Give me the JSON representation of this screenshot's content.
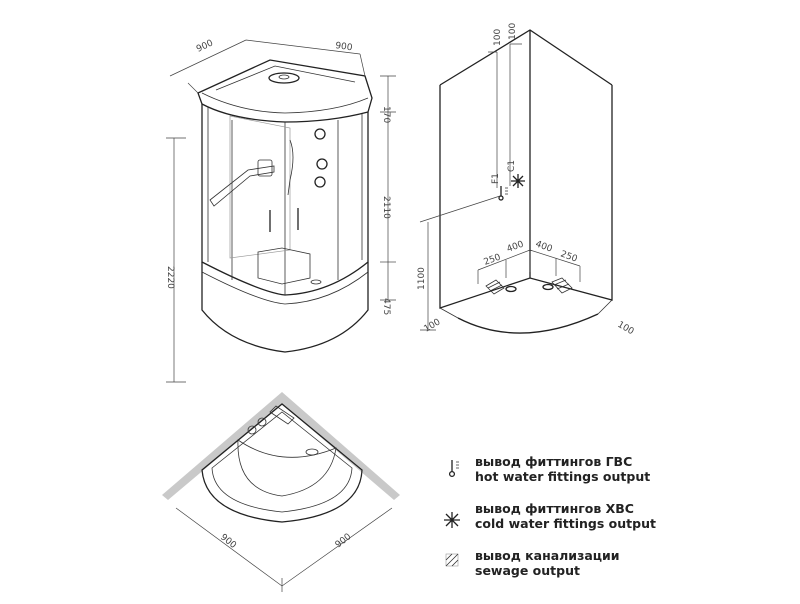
{
  "dimensions": {
    "top_width_left": "900",
    "top_width_right": "900",
    "roof_height": "170",
    "cabin_height": "2110",
    "total_height": "2220",
    "tray_height": "475",
    "wall_offset_a": "100",
    "wall_offset_b": "100",
    "fitting_height": "1100",
    "base_100_left": "100",
    "base_100_right": "100",
    "drain_250_left": "250",
    "drain_400_left": "400",
    "drain_400_right": "400",
    "drain_250_right": "250",
    "plan_left": "900",
    "plan_right": "900",
    "label_c1": "C1",
    "label_f1": "F1"
  },
  "legend": [
    {
      "icon": "thermometer-icon",
      "ru": "вывод фиттингов ГВС",
      "en": "hot water fittings output"
    },
    {
      "icon": "snowflake-icon",
      "ru": "вывод фиттингов ХВС",
      "en": "cold water fittings output"
    },
    {
      "icon": "hatch-icon",
      "ru": "вывод канализации",
      "en": "sewage output"
    }
  ]
}
